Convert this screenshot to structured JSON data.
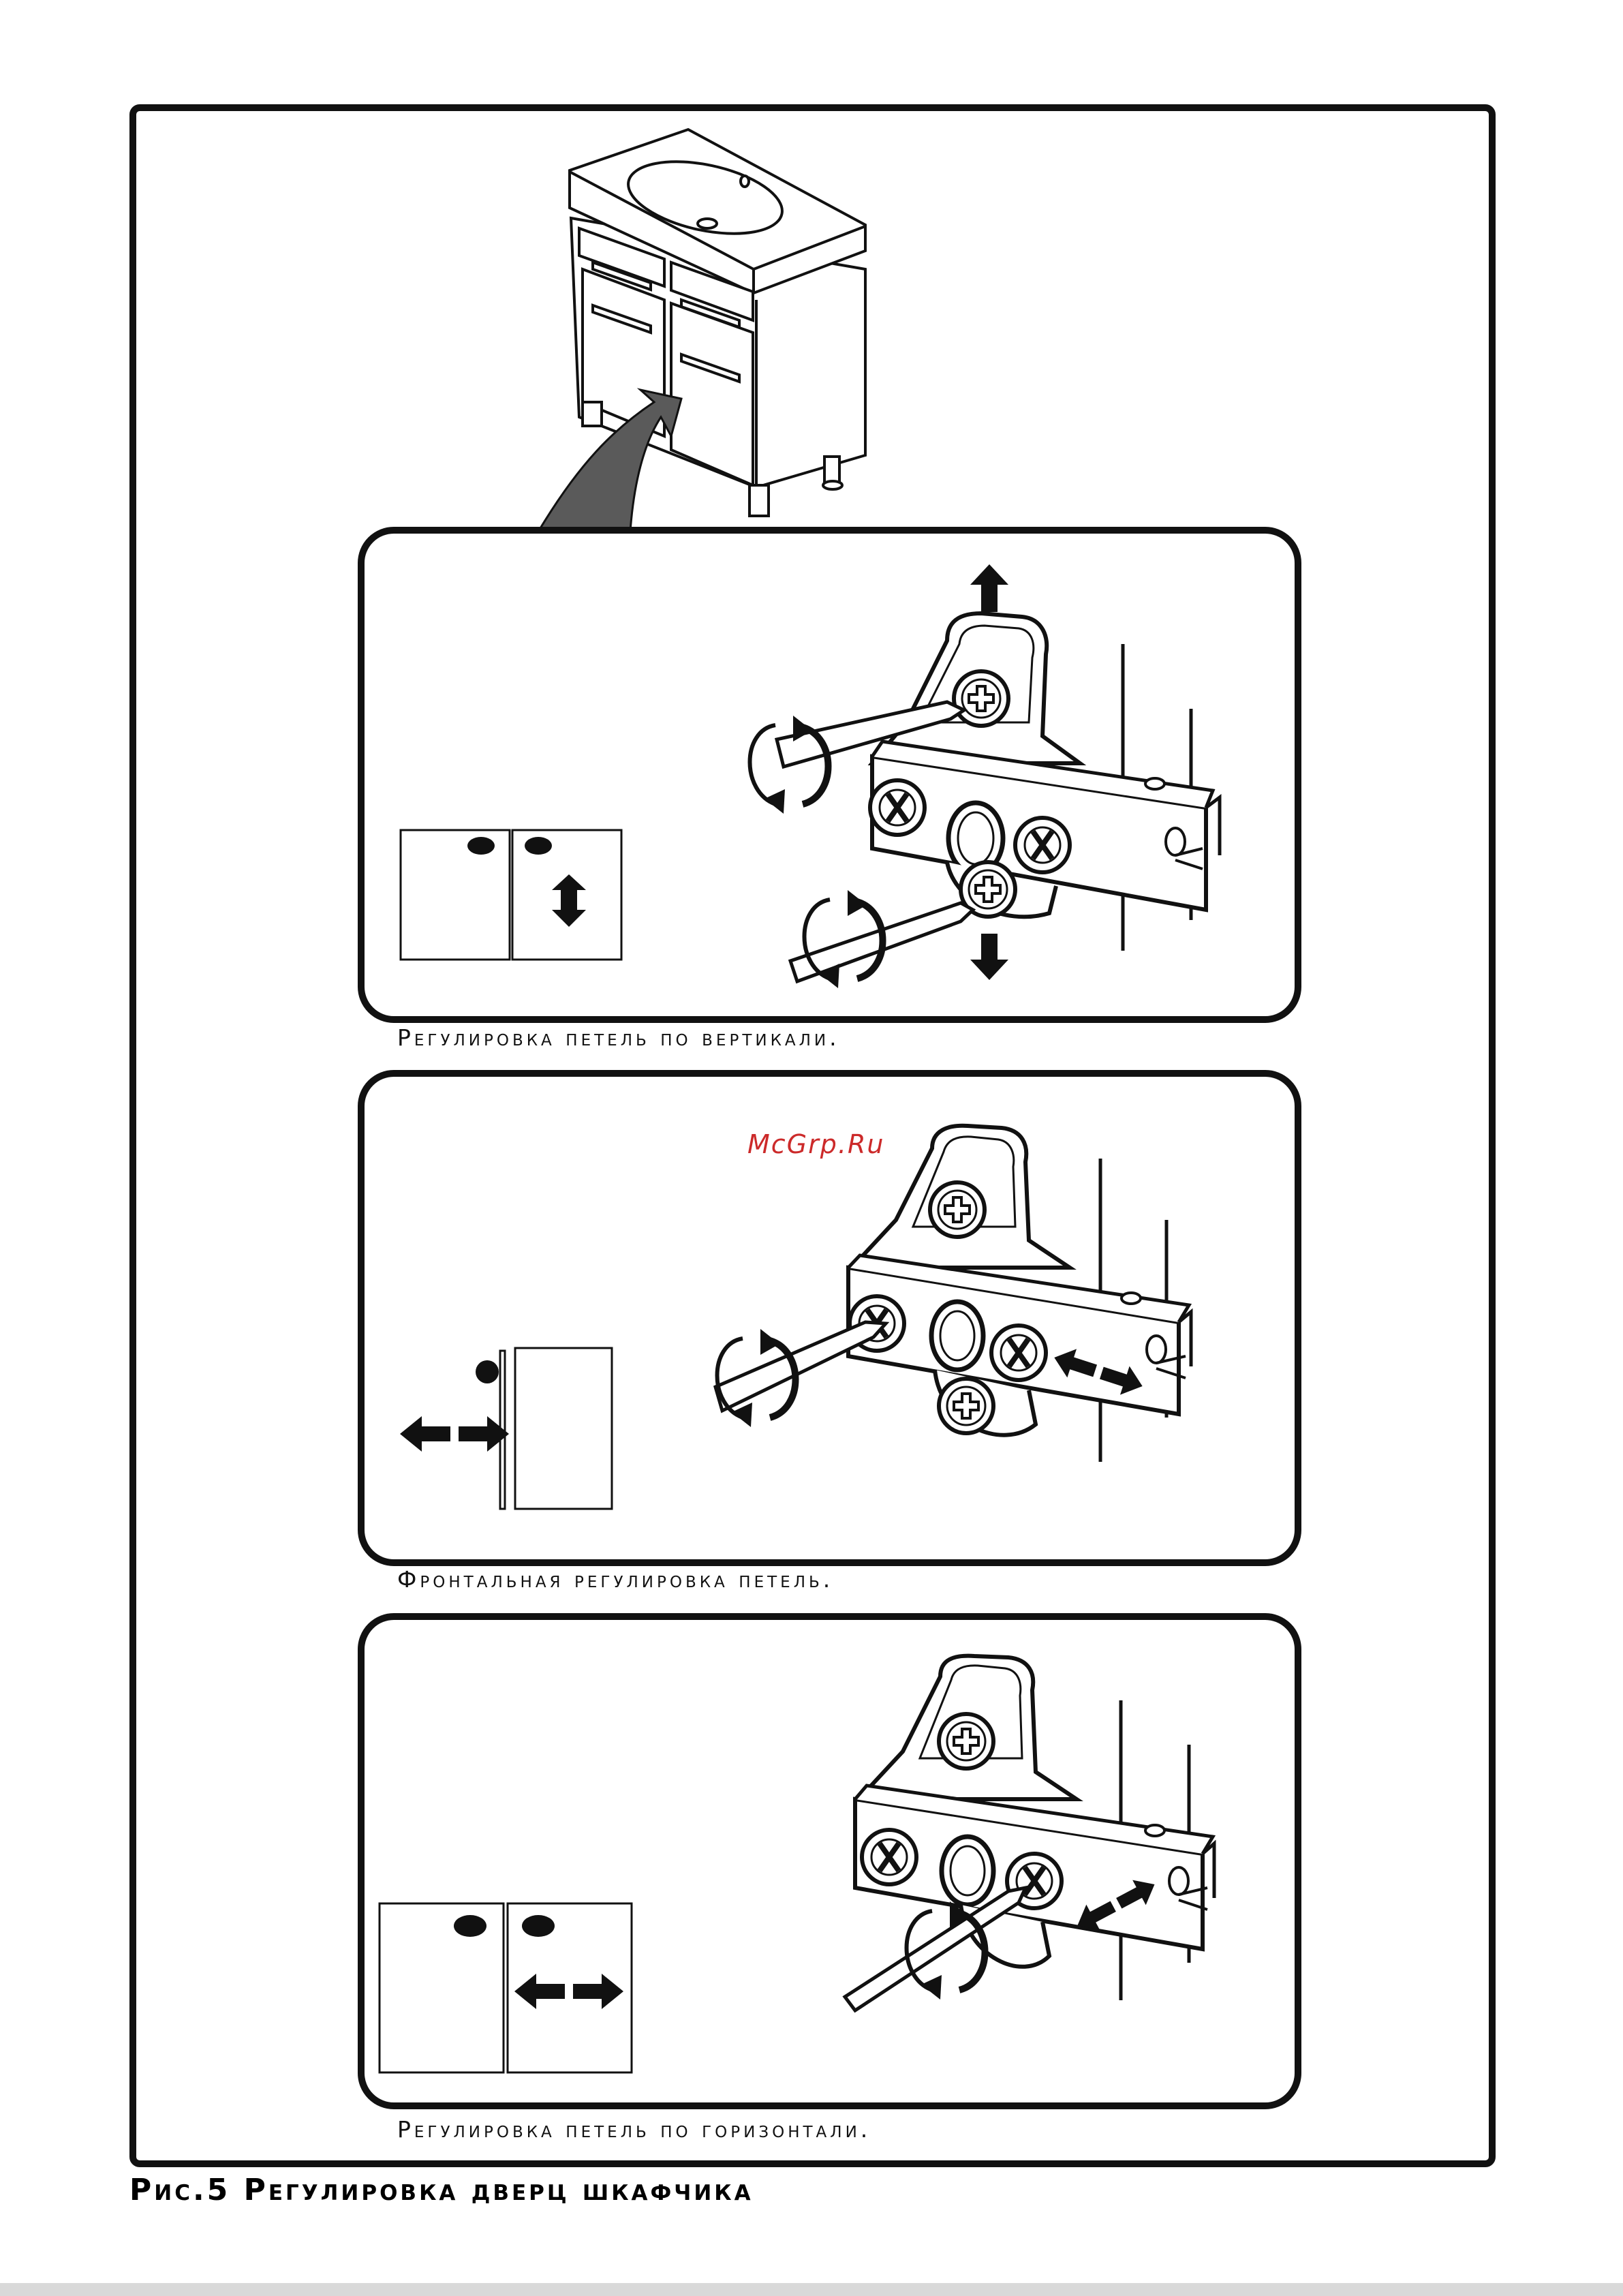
{
  "panels": [
    {
      "caption": "Регулировка петель по вертикали."
    },
    {
      "caption": "Фронтальная регулировка петель."
    },
    {
      "caption": "Регулировка петель по горизонтали."
    }
  ],
  "figure_title": "Рис.5 Регулировка дверц шкафчика",
  "watermark": "McGrp.Ru",
  "icons": [
    "vanity-cabinet",
    "hinge",
    "screwdriver",
    "rotate-arrow",
    "vertical-arrow",
    "horizontal-arrow",
    "door-diagram"
  ],
  "colors": {
    "ink": "#111111",
    "callout": "#5a5a5a",
    "watermark": "#cc2a2a"
  }
}
